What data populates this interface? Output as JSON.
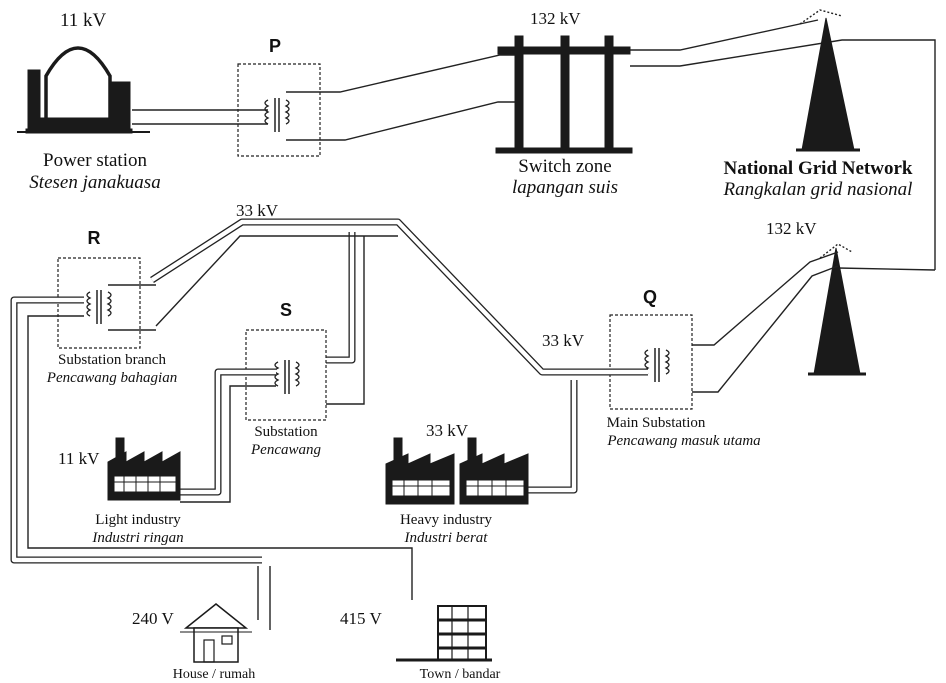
{
  "voltages": {
    "power_station": "11 kV",
    "switch_zone": "132 kV",
    "grid_q": "132 kV",
    "line_r": "33 kV",
    "line_q": "33 kV",
    "heavy_industry": "33 kV",
    "light_industry": "11 kV",
    "house": "240 V",
    "town": "415 V"
  },
  "box_labels": {
    "p": "P",
    "q": "Q",
    "r": "R",
    "s": "S"
  },
  "captions": {
    "power_station": {
      "en": "Power station",
      "ms": "Stesen janakuasa"
    },
    "switch_zone": {
      "en": "Switch zone",
      "ms": "lapangan suis"
    },
    "grid": {
      "en": "National Grid Network",
      "ms": "Rangkalan grid nasional"
    },
    "branch_substation": {
      "en": "Substation branch",
      "ms": "Pencawang bahagian"
    },
    "substation": {
      "en": "Substation",
      "ms": "Pencawang"
    },
    "main_substation": {
      "en": "Main Substation",
      "ms": "Pencawang masuk utama"
    },
    "light_industry": {
      "en": "Light industry",
      "ms": "Industri ringan"
    },
    "heavy_industry": {
      "en": "Heavy industry",
      "ms": "Industri berat"
    },
    "house": "House / rumah",
    "town": "Town / bandar"
  }
}
